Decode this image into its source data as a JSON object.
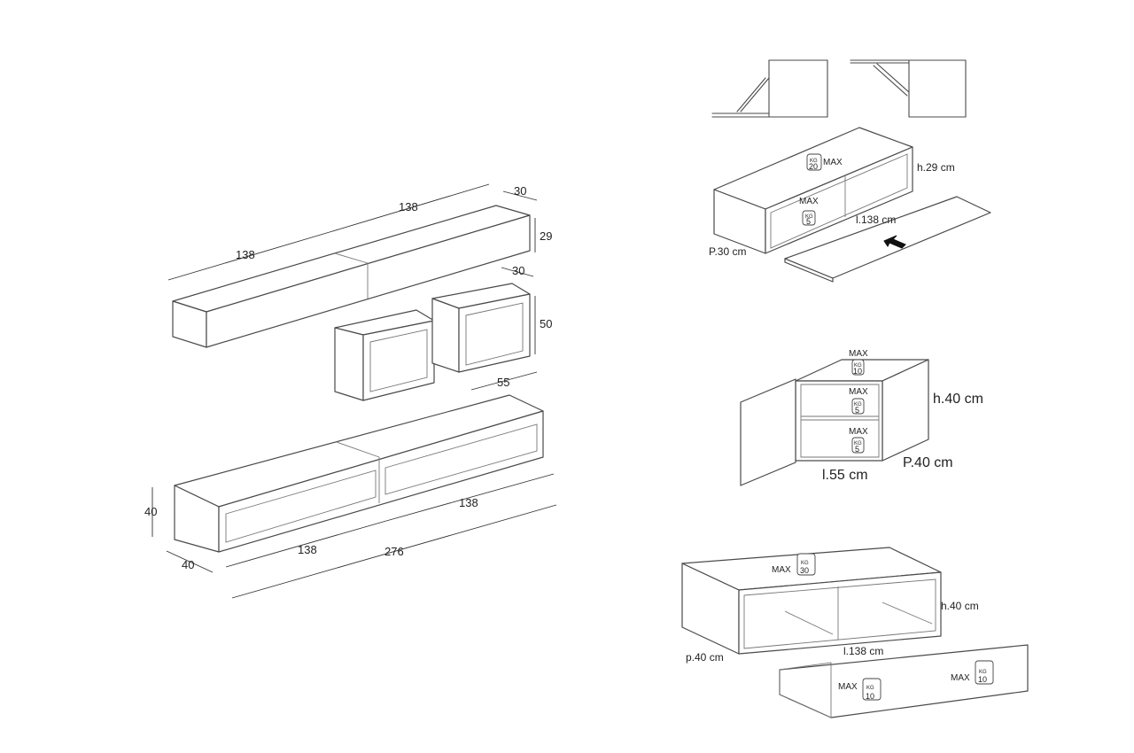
{
  "overview_dims": {
    "shelf_upper": "138",
    "shelf_lower": "138",
    "shelf_depth": "30",
    "shelf_height": "29",
    "cube_depth": "30",
    "cube_height": "50",
    "cube_width": "55",
    "base_height": "40",
    "base_depth": "40",
    "base_left": "138",
    "base_right": "138",
    "base_total": "276"
  },
  "wall_shelf": {
    "height": "h.29 cm",
    "length": "l.138 cm",
    "depth": "P.30 cm",
    "top_load": {
      "max": "MAX",
      "kg": "KG",
      "value": "20"
    },
    "inner_load": {
      "max": "MAX",
      "kg": "KG",
      "value": "5"
    }
  },
  "cube": {
    "height": "h.40 cm",
    "length": "l.55 cm",
    "depth": "P.40 cm",
    "top_load": {
      "max": "MAX",
      "kg": "KG",
      "value": "10"
    },
    "shelf_load_1": {
      "max": "MAX",
      "kg": "KG",
      "value": "5"
    },
    "shelf_load_2": {
      "max": "MAX",
      "kg": "KG",
      "value": "5"
    }
  },
  "base": {
    "height": "h.40 cm",
    "length": "l.138 cm",
    "depth": "p.40 cm",
    "top_load": {
      "max": "MAX",
      "kg": "KG",
      "value": "30"
    },
    "drawer_load_1": {
      "max": "MAX",
      "kg": "KG",
      "value": "10"
    },
    "drawer_load_2": {
      "max": "MAX",
      "kg": "KG",
      "value": "10"
    }
  }
}
